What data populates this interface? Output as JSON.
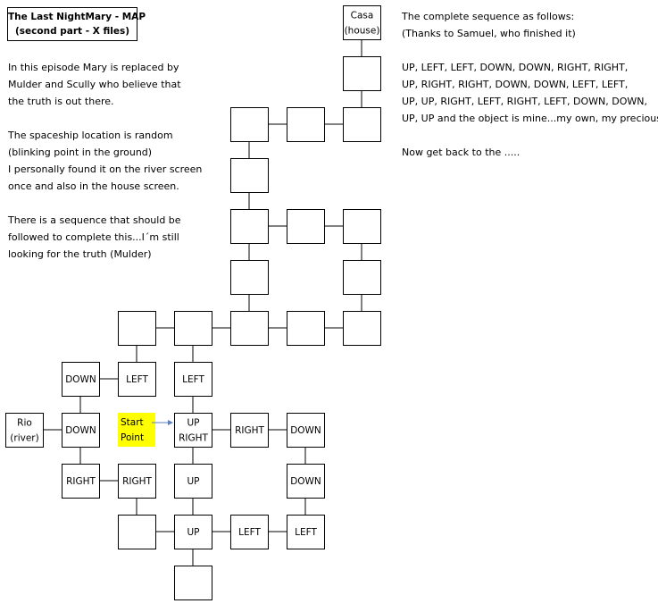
{
  "title": {
    "line1": "The Last NightMary - MAP",
    "line2": "(second part - X files)"
  },
  "left_notes": [
    "In this episode  Mary is replaced by",
    "Mulder and Scully  who believe that",
    "the truth is out there.",
    "",
    "The spaceship location is random",
    "(blinking point in the ground)",
    "I personally found it on the river screen",
    "once and also in the house screen.",
    "",
    "There is a sequence that should be",
    "followed to complete this...I´m still",
    "looking for the truth (Mulder)"
  ],
  "right_notes": [
    "The complete sequence as follows:",
    "(Thanks to Samuel, who finished it)",
    "",
    "UP, LEFT, LEFT, DOWN, DOWN, RIGHT, RIGHT,",
    "UP, RIGHT, RIGHT, DOWN, DOWN, LEFT, LEFT,",
    "UP, UP, RIGHT, LEFT, RIGHT, LEFT, DOWN, DOWN,",
    "UP, UP and the object is mine...my own, my precious.",
    "",
    "Now get back to the ....."
  ],
  "map": {
    "cells": [
      {
        "id": "casa",
        "col": 6,
        "row": 0,
        "lines": [
          "Casa",
          "(house)"
        ]
      },
      {
        "id": "r1c6",
        "col": 6,
        "row": 1,
        "lines": []
      },
      {
        "id": "r2c4",
        "col": 4,
        "row": 2,
        "lines": []
      },
      {
        "id": "r2c5",
        "col": 5,
        "row": 2,
        "lines": []
      },
      {
        "id": "r2c6",
        "col": 6,
        "row": 2,
        "lines": []
      },
      {
        "id": "r3c4",
        "col": 4,
        "row": 3,
        "lines": []
      },
      {
        "id": "r4c4",
        "col": 4,
        "row": 4,
        "lines": []
      },
      {
        "id": "r4c5",
        "col": 5,
        "row": 4,
        "lines": []
      },
      {
        "id": "r4c6",
        "col": 6,
        "row": 4,
        "lines": []
      },
      {
        "id": "r5c4",
        "col": 4,
        "row": 5,
        "lines": []
      },
      {
        "id": "r5c6",
        "col": 6,
        "row": 5,
        "lines": []
      },
      {
        "id": "r6c2",
        "col": 2,
        "row": 6,
        "lines": []
      },
      {
        "id": "r6c3",
        "col": 3,
        "row": 6,
        "lines": []
      },
      {
        "id": "r6c4",
        "col": 4,
        "row": 6,
        "lines": []
      },
      {
        "id": "r6c5",
        "col": 5,
        "row": 6,
        "lines": []
      },
      {
        "id": "r6c6",
        "col": 6,
        "row": 6,
        "lines": []
      },
      {
        "id": "r7c1",
        "col": 1,
        "row": 7,
        "lines": [
          "DOWN"
        ]
      },
      {
        "id": "r7c2",
        "col": 2,
        "row": 7,
        "lines": [
          "LEFT"
        ]
      },
      {
        "id": "r7c3",
        "col": 3,
        "row": 7,
        "lines": [
          "LEFT"
        ]
      },
      {
        "id": "rio",
        "col": 0,
        "row": 8,
        "lines": [
          "Rio",
          "(river)"
        ]
      },
      {
        "id": "r8c1",
        "col": 1,
        "row": 8,
        "lines": [
          "DOWN"
        ]
      },
      {
        "id": "start",
        "col": 2,
        "row": 8,
        "lines": [
          "Start",
          "Point"
        ],
        "highlight": true
      },
      {
        "id": "r8c3",
        "col": 3,
        "row": 8,
        "lines": [
          "UP",
          "RIGHT"
        ]
      },
      {
        "id": "r8c4",
        "col": 4,
        "row": 8,
        "lines": [
          "RIGHT"
        ]
      },
      {
        "id": "r8c5",
        "col": 5,
        "row": 8,
        "lines": [
          "DOWN"
        ]
      },
      {
        "id": "r9c1",
        "col": 1,
        "row": 9,
        "lines": [
          "RIGHT"
        ]
      },
      {
        "id": "r9c2",
        "col": 2,
        "row": 9,
        "lines": [
          "RIGHT"
        ]
      },
      {
        "id": "r9c3",
        "col": 3,
        "row": 9,
        "lines": [
          "UP"
        ]
      },
      {
        "id": "r9c5",
        "col": 5,
        "row": 9,
        "lines": [
          "DOWN"
        ]
      },
      {
        "id": "r10c2",
        "col": 2,
        "row": 10,
        "lines": []
      },
      {
        "id": "r10c3",
        "col": 3,
        "row": 10,
        "lines": [
          "UP"
        ]
      },
      {
        "id": "r10c4",
        "col": 4,
        "row": 10,
        "lines": [
          "LEFT"
        ]
      },
      {
        "id": "r10c5",
        "col": 5,
        "row": 10,
        "lines": [
          "LEFT"
        ]
      },
      {
        "id": "r11c3",
        "col": 3,
        "row": 11,
        "lines": []
      }
    ],
    "connections": [
      [
        "casa",
        "r1c6"
      ],
      [
        "r1c6",
        "r2c6"
      ],
      [
        "r2c4",
        "r2c5"
      ],
      [
        "r2c5",
        "r2c6"
      ],
      [
        "r2c4",
        "r3c4"
      ],
      [
        "r3c4",
        "r4c4"
      ],
      [
        "r4c4",
        "r4c5"
      ],
      [
        "r4c5",
        "r4c6"
      ],
      [
        "r4c4",
        "r5c4"
      ],
      [
        "r4c6",
        "r5c6"
      ],
      [
        "r5c4",
        "r6c4"
      ],
      [
        "r5c6",
        "r6c6"
      ],
      [
        "r6c2",
        "r6c3"
      ],
      [
        "r6c3",
        "r6c4"
      ],
      [
        "r6c4",
        "r6c5"
      ],
      [
        "r6c5",
        "r6c6"
      ],
      [
        "r6c2",
        "r7c2"
      ],
      [
        "r6c3",
        "r7c3"
      ],
      [
        "r7c1",
        "r7c2"
      ],
      [
        "r7c1",
        "r8c1"
      ],
      [
        "r7c3",
        "r8c3"
      ],
      [
        "rio",
        "r8c1"
      ],
      [
        "r8c3",
        "r8c4"
      ],
      [
        "r8c4",
        "r8c5"
      ],
      [
        "r8c1",
        "r9c1"
      ],
      [
        "r8c3",
        "r9c3"
      ],
      [
        "r8c5",
        "r9c5"
      ],
      [
        "r9c1",
        "r9c2"
      ],
      [
        "r9c2",
        "r10c2"
      ],
      [
        "r9c3",
        "r10c3"
      ],
      [
        "r9c5",
        "r10c5"
      ],
      [
        "r10c2",
        "r10c3"
      ],
      [
        "r10c3",
        "r10c4"
      ],
      [
        "r10c4",
        "r10c5"
      ],
      [
        "r10c3",
        "r11c3"
      ]
    ],
    "arrows": [
      [
        "start",
        "r8c3"
      ]
    ],
    "highlight_color": "#ffff00",
    "arrow_color": "#5b7fbf"
  }
}
